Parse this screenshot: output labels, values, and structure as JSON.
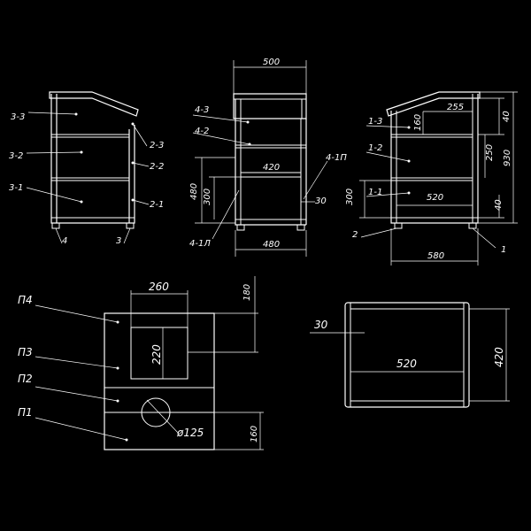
{
  "colors": {
    "background": "#000000",
    "lines": "#ffffff"
  },
  "side_left": {
    "labels": {
      "s33": "3-3",
      "s32": "3-2",
      "s31": "3-1",
      "s23": "2-3",
      "s22": "2-2",
      "s21": "2-1",
      "leg4": "4",
      "leg3": "3"
    }
  },
  "front": {
    "labels": {
      "p43": "4-3",
      "p42": "4-2",
      "p41l": "4-1Л",
      "p41p": "4-1П"
    },
    "dims": {
      "w500": "500",
      "w420": "420",
      "h480": "480",
      "h300": "300",
      "w30": "30",
      "w480": "480"
    }
  },
  "side_right": {
    "labels": {
      "s13": "1-3",
      "s12": "1-2",
      "s11": "1-1",
      "leg2": "2",
      "leg1": "1"
    },
    "dims": {
      "w255": "255",
      "h160": "160",
      "h40t": "40",
      "h250": "250",
      "h930": "930",
      "w520": "520",
      "h300": "300",
      "h40b": "40",
      "w580": "580"
    }
  },
  "back": {
    "labels": {
      "p4": "П4",
      "p3": "П3",
      "p2": "П2",
      "p1": "П1"
    },
    "dims": {
      "w260": "260",
      "h180": "180",
      "h220": "220",
      "d125": "ø125",
      "h160": "160"
    }
  },
  "top": {
    "dims": {
      "w30": "30",
      "w520": "520",
      "h420": "420"
    }
  }
}
